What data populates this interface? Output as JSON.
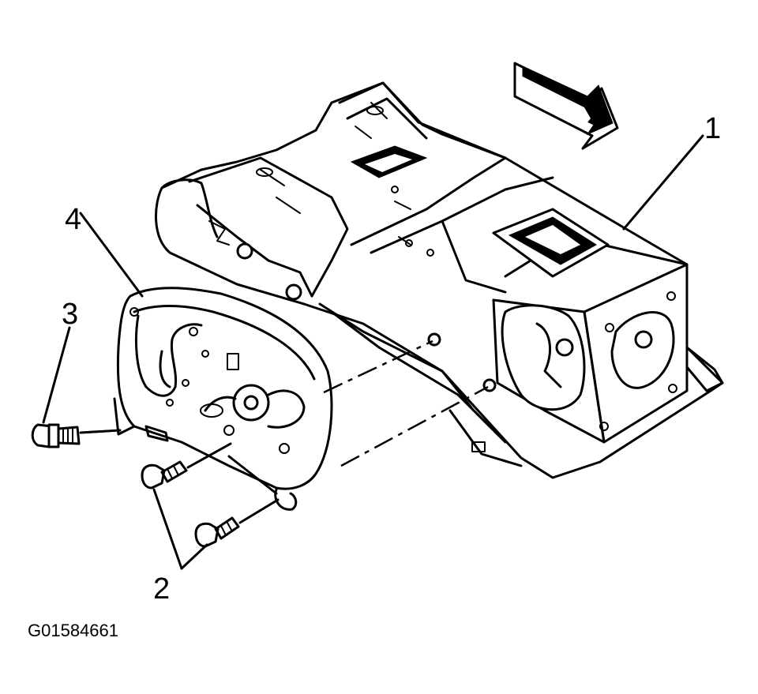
{
  "diagram": {
    "callouts": [
      {
        "id": "1",
        "label": "1"
      },
      {
        "id": "2",
        "label": "2"
      },
      {
        "id": "3",
        "label": "3"
      },
      {
        "id": "4",
        "label": "4"
      }
    ],
    "figure_id": "G01584661"
  }
}
